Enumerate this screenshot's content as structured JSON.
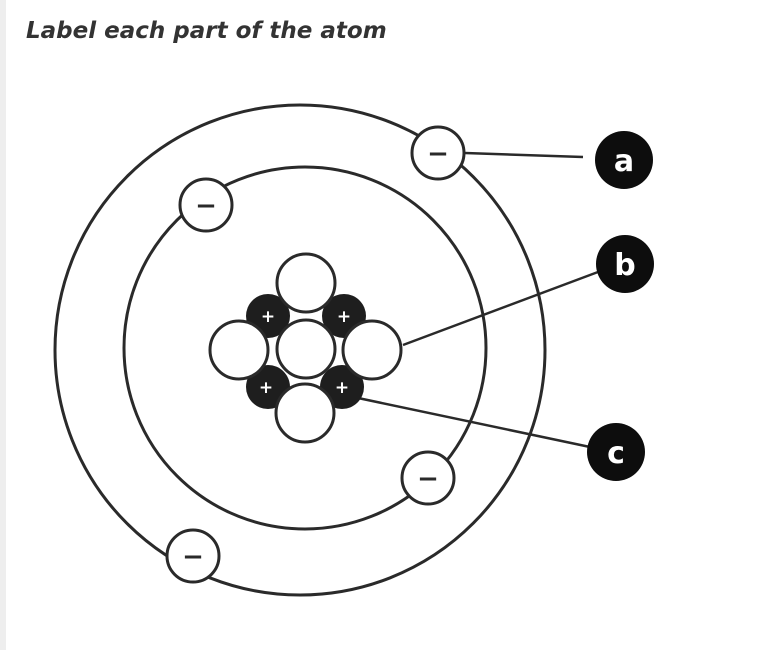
{
  "question": {
    "title": "Label each part of the atom"
  },
  "diagram": {
    "labels": [
      "a",
      "b",
      "c"
    ],
    "electron_sign": "−",
    "proton_sign": "+"
  }
}
